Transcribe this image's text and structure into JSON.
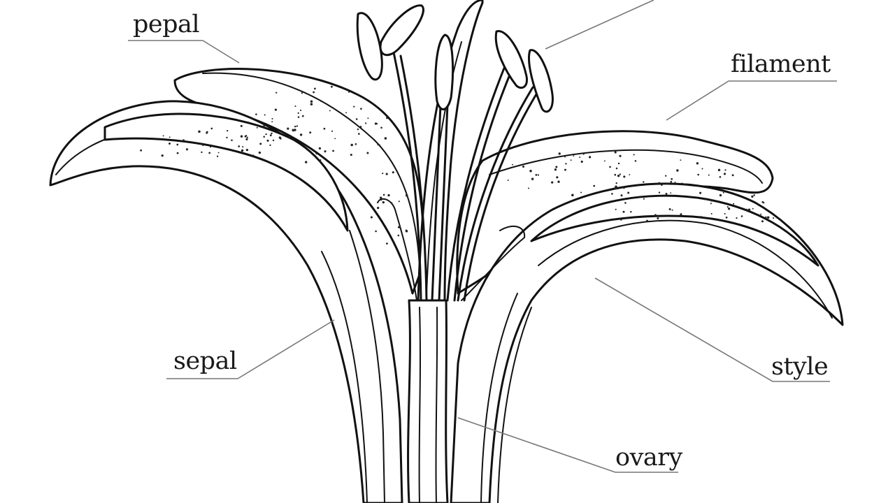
{
  "diagram": {
    "labels": {
      "pepal": "pepal",
      "filament": "filament",
      "sepal": "sepal",
      "style": "style",
      "ovary": "ovary"
    }
  }
}
